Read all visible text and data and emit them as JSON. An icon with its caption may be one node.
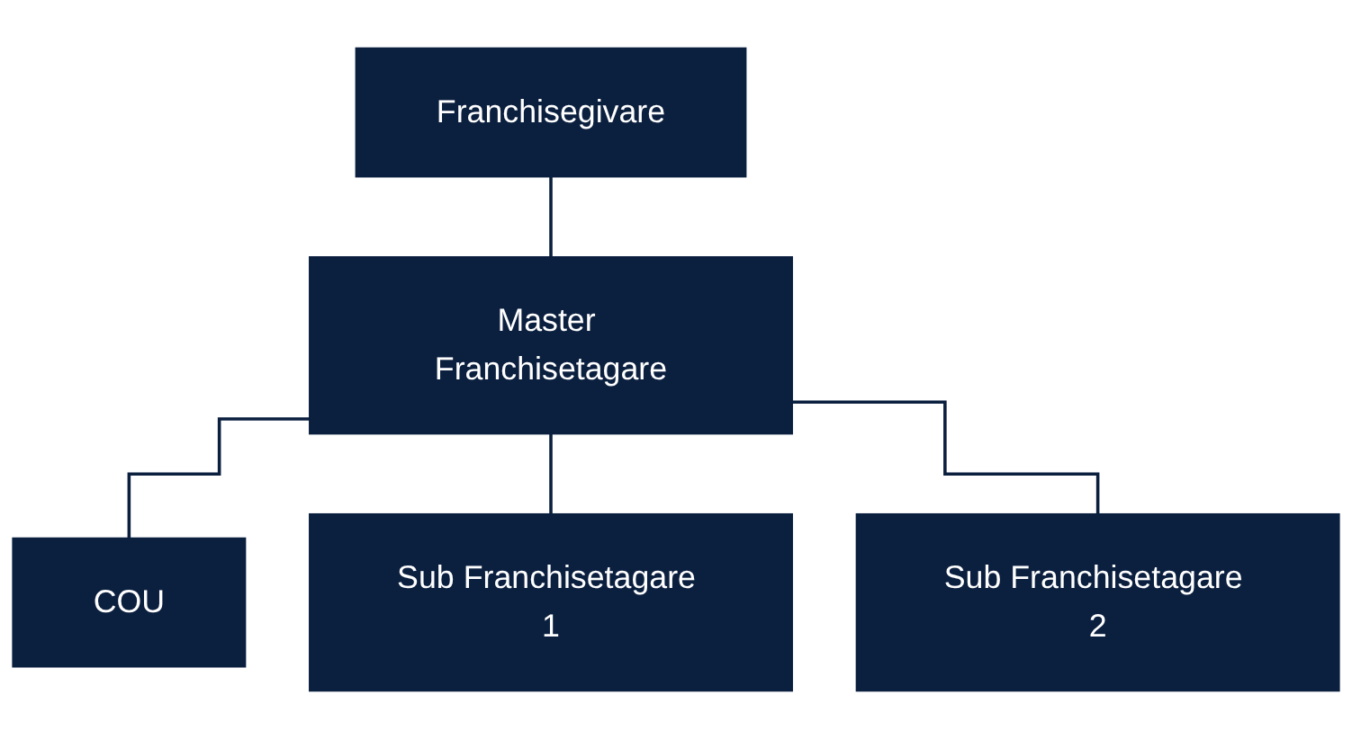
{
  "diagram": {
    "nodes": [
      {
        "text": [
          "Franchisegivare"
        ]
      },
      {
        "text": [
          "Master Franchisetagare"
        ]
      },
      {
        "text": [
          "COU"
        ]
      },
      {
        "text": [
          "Sub Franchisetagare 1"
        ]
      },
      {
        "text": [
          "Sub Franchisetagare 2"
        ]
      }
    ],
    "edges": [
      {
        "from": 0,
        "to": 1,
        "arrow": "none"
      },
      {
        "from": 1,
        "to": 2,
        "arrow": "none"
      },
      {
        "from": 1,
        "to": 3,
        "arrow": "none"
      },
      {
        "from": 1,
        "to": 4,
        "arrow": "none"
      }
    ]
  }
}
